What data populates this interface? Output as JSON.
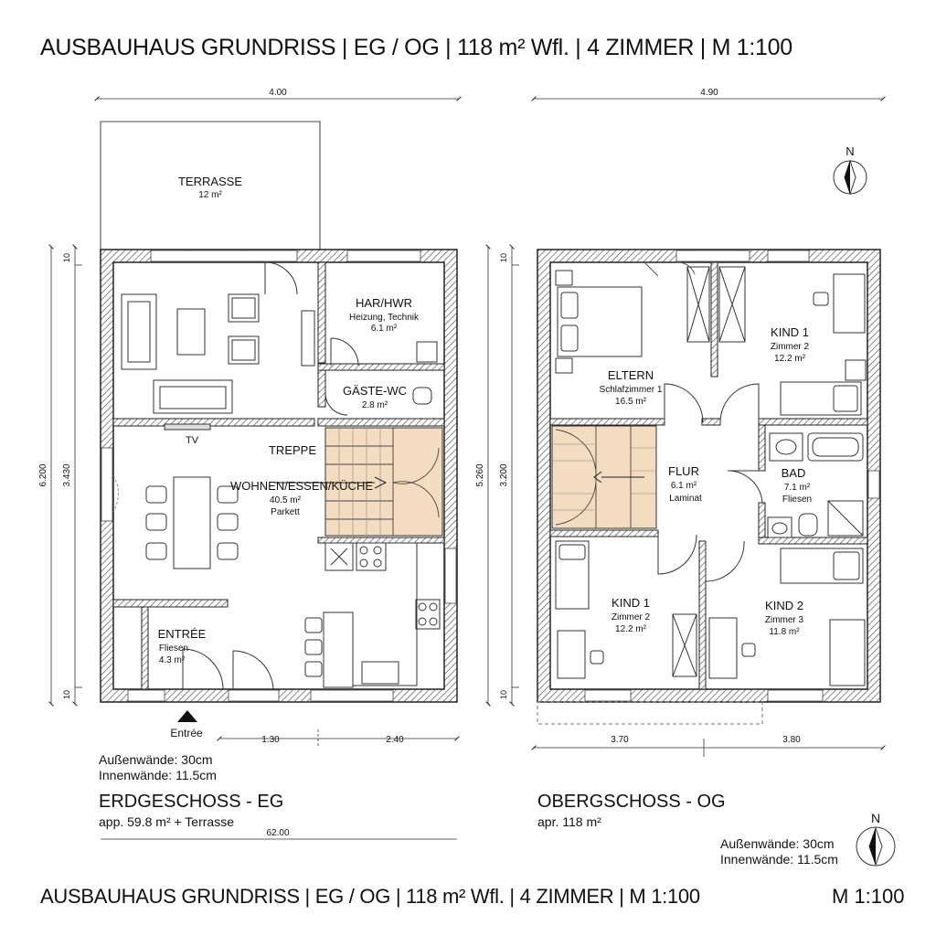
{
  "header": {
    "title": "AUSBAUHAUS GRUNDRISS | EG / OG | 118 m² Wfl. | 4 ZIMMER | M 1:100"
  },
  "footer": {
    "title": "AUSBAUHAUS GRUNDRISS | EG / OG | 118 m² Wfl. | 4 ZIMMER | M 1:100",
    "scale": "M 1:100"
  },
  "colors": {
    "wall": "#222222",
    "hatch": "#666666",
    "stair": "#f3dcc0",
    "line": "#333333"
  },
  "eg": {
    "dims": {
      "top": "4.00",
      "left_outer": "6.200",
      "left_inner": "3.430",
      "left_top_small": "10",
      "left_bottom_small": "10",
      "bottom_a": "1.30",
      "bottom_b": "2.40",
      "bottom_total": "62.00"
    },
    "rooms": {
      "terrasse": {
        "name": "TERRASSE",
        "area": "12 m²"
      },
      "har": {
        "name": "HAR/HWR",
        "desc": "Heizung, Technik",
        "area": "6.1 m²"
      },
      "wc": {
        "name": "GÄSTE-WC",
        "area": "2.8 m²"
      },
      "tv": "TV",
      "treppe": "TREPPE",
      "wohnen": {
        "name": "WOHNEN/ESSEN/KÜCHE",
        "area": "40.5 m²",
        "floor": "Parkett"
      },
      "entree": {
        "name": "ENTRÉE",
        "floor": "Fliesen",
        "area": "4.3 m²"
      }
    },
    "entry_label": "Entrée",
    "notes": {
      "outer": "Außenwände: 30cm",
      "inner": "Innenwände: 11.5cm"
    },
    "floor_title": "ERDGESCHOSS - EG",
    "floor_sub": "app. 59.8 m² + Terrasse"
  },
  "og": {
    "dims": {
      "top": "4.90",
      "left_outer": "5.260",
      "left_inner": "3.200",
      "left_top_small": "10",
      "left_bottom_small": "10",
      "bottom_a": "3.70",
      "bottom_b": "3.80"
    },
    "rooms": {
      "eltern": {
        "name": "ELTERN",
        "desc": "Schlafzimmer 1",
        "area": "16.5 m²"
      },
      "kind1_top": {
        "name": "KIND 1",
        "desc": "Zimmer 2",
        "area": "12.2 m²"
      },
      "flur": {
        "name": "FLUR",
        "area": "6.1 m²",
        "floor": "Laminat"
      },
      "bad": {
        "name": "BAD",
        "area": "7.1 m²",
        "floor": "Fliesen"
      },
      "kind1": {
        "name": "KIND 1",
        "desc": "Zimmer 2",
        "area": "12.2 m²"
      },
      "kind2": {
        "name": "KIND 2",
        "desc": "Zimmer 3",
        "area": "11.8 m²"
      }
    },
    "notes": {
      "outer": "Außenwände: 30cm",
      "inner": "Innenwände: 11.5cm"
    },
    "floor_title": "OBERGSCHOSS - OG",
    "floor_sub": "apr. 118 m²"
  },
  "north_label": "N",
  "icons": [
    "north-arrow-icon",
    "entry-arrow-icon",
    "stair-icon",
    "door-icon",
    "window-icon",
    "sofa-icon",
    "armchair-icon",
    "coffee-table-icon",
    "dining-table-icon",
    "chair-icon",
    "bed-icon",
    "desk-icon",
    "wardrobe-icon",
    "toilet-icon",
    "sink-icon",
    "bathtub-icon",
    "shower-icon",
    "stove-icon"
  ]
}
